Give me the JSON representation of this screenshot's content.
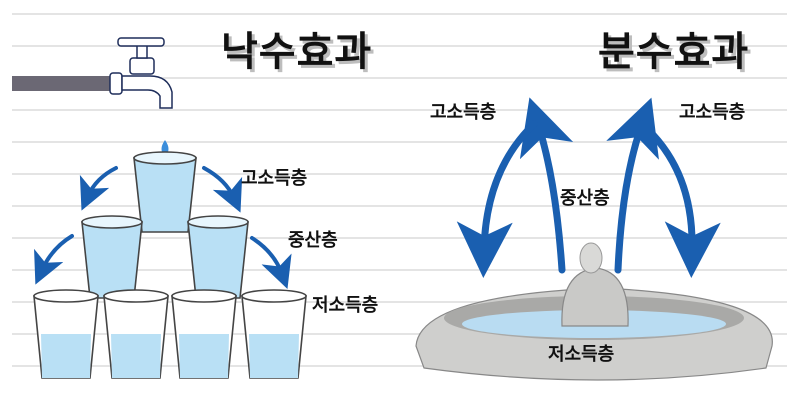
{
  "left_panel": {
    "title": "낙수효과",
    "labels": {
      "high": "고소득층",
      "middle": "중산층",
      "low": "저소득층"
    },
    "illustration": "faucet-pouring-into-cup-pyramid"
  },
  "right_panel": {
    "title": "분수효과",
    "labels": {
      "high_left": "고소득층",
      "high_right": "고소득층",
      "middle": "중산층",
      "low": "저소득층"
    },
    "illustration": "fountain-spraying-upward"
  },
  "colors": {
    "arrow_blue": "#1a5fb0",
    "water_blue": "#b9e0f5",
    "pipe_gray": "#6b6874",
    "stone_gray": "#cfcfcd",
    "rule_line": "#e4e4e4"
  }
}
